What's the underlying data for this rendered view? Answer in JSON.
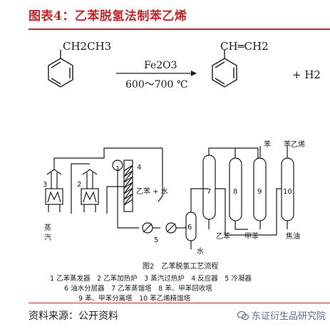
{
  "header": {
    "title": "图表4：乙苯脱氢法制苯乙烯"
  },
  "reaction": {
    "reactant_group": "CH2CH3",
    "catalyst": "Fe2O3",
    "temperature": "600～700 ℃",
    "product_group": "CH═CH2",
    "byproduct": "+ H2"
  },
  "flow": {
    "unit_labels": [
      "1",
      "2",
      "3",
      "4",
      "5",
      "6",
      "7",
      "8",
      "9",
      "10"
    ],
    "steam_label": "蒸\n汽",
    "benzene_water": "乙苯 + 水",
    "water_out": "水",
    "top_benzene": "苯",
    "top_styrene": "苯乙烯",
    "bottom_ethylbenzene": "乙苯",
    "bottom_toluene": "甲苯",
    "bottom_tar": "焦油",
    "caption": "图2　乙苯脱氢工艺流程",
    "legend": [
      "1 乙苯蒸发器　2 乙苯加热炉　3 蒸汽过热炉　4 反应器　5 冷凝器",
      "6 油水分层器　7 乙苯蒸馏塔　8 苯、甲苯回收塔",
      "9 苯、甲苯分离塔　10 苯乙烯精馏塔"
    ]
  },
  "footer": {
    "source": "资料来源：公开资料",
    "watermark": "东证衍生品研究院"
  }
}
